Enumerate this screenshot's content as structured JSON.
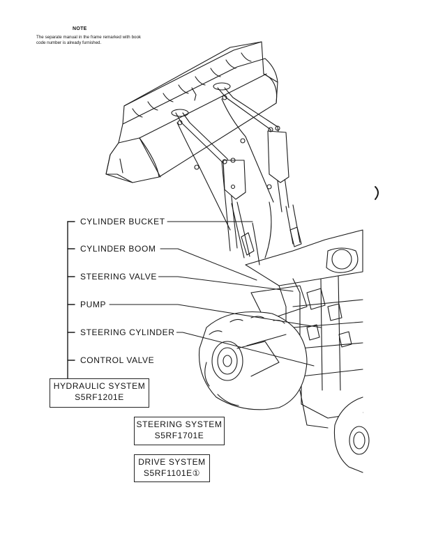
{
  "note": {
    "title": "NOTE",
    "text": "The separate manual in the frame remarked with book code number is already furnished."
  },
  "illustration": {
    "subject": "wheel-loader-hydraulic-layout",
    "callouts": [
      {
        "label": "CYLINDER BUCKET"
      },
      {
        "label": "CYLINDER BOOM"
      },
      {
        "label": "STEERING VALVE"
      },
      {
        "label": "PUMP"
      },
      {
        "label": "STEERING CYLINDER"
      },
      {
        "label": "CONTROL VALVE"
      }
    ]
  },
  "systems": [
    {
      "name": "HYDRAULIC SYSTEM",
      "code": "S5RF1201E"
    },
    {
      "name": "STEERING SYSTEM",
      "code": "S5RF1701E"
    },
    {
      "name": "DRIVE SYSTEM",
      "code": "S5RF1101E①"
    }
  ]
}
